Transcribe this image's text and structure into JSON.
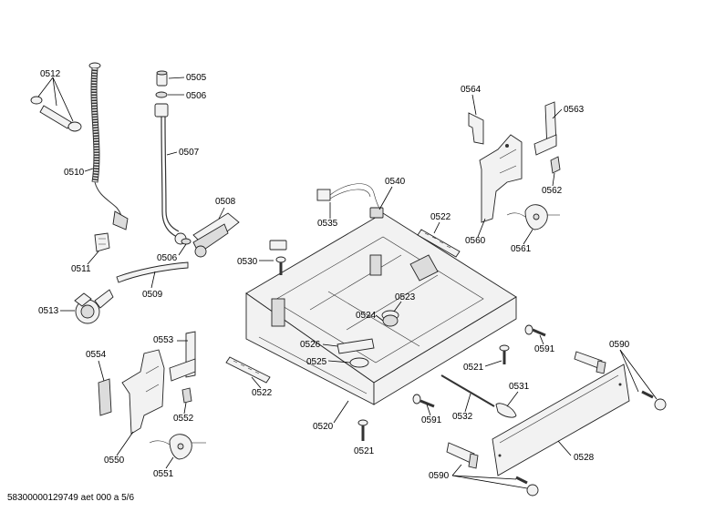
{
  "labels": {
    "l0512": "0512",
    "l0510": "0510",
    "l0511": "0511",
    "l0513": "0513",
    "l0505": "0505",
    "l0506a": "0506",
    "l0507": "0507",
    "l0508": "0508",
    "l0506b": "0506",
    "l0509": "0509",
    "l0535": "0535",
    "l0540": "0540",
    "l0522a": "0522",
    "l0530": "0530",
    "l0523": "0523",
    "l0524": "0524",
    "l0526": "0526",
    "l0525": "0525",
    "l0522b": "0522",
    "l0520": "0520",
    "l0521a": "0521",
    "l0521b": "0521",
    "l0591a": "0591",
    "l0591b": "0591",
    "l0532": "0532",
    "l0531": "0531",
    "l0528": "0528",
    "l0590a": "0590",
    "l0590b": "0590",
    "l0564": "0564",
    "l0563": "0563",
    "l0562": "0562",
    "l0560": "0560",
    "l0561": "0561",
    "l0554": "0554",
    "l0553": "0553",
    "l0552": "0552",
    "l0550": "0550",
    "l0551": "0551"
  },
  "footer": "58300000129749 aet 000 a 5/6"
}
